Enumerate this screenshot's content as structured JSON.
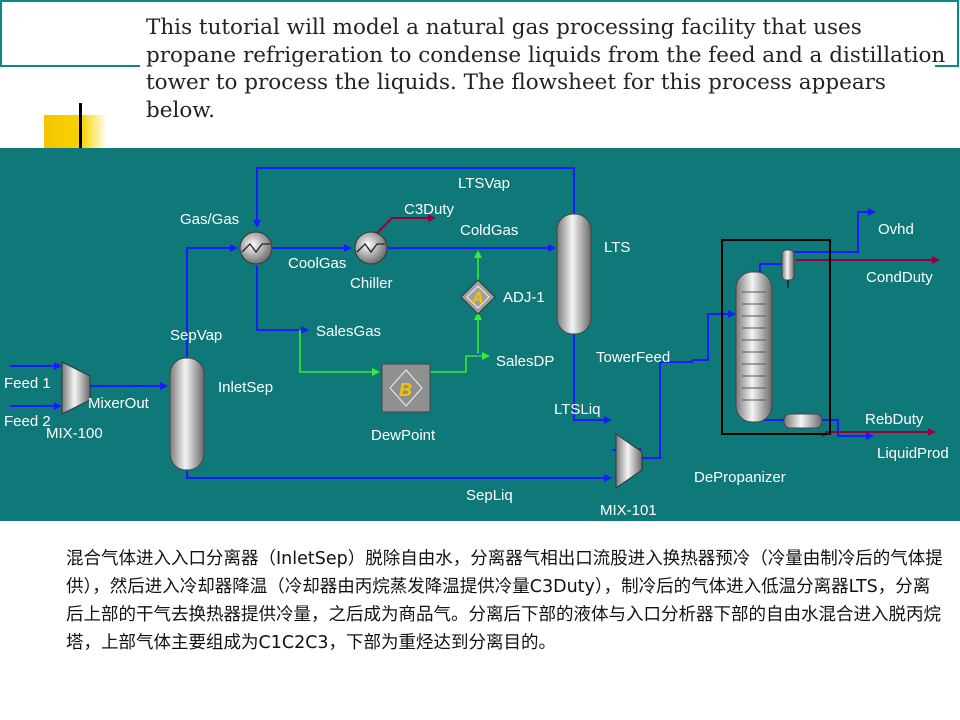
{
  "intro_text": "This tutorial will model a natural gas processing facility that uses propane refrigeration to condense liquids from the feed and a distillation tower to process the liquids. The flowsheet for this process appears below.",
  "colors": {
    "flowsheet_bg": "#0f7878",
    "process_stream": "#1a1aff",
    "energy_stream": "#99003b",
    "logic_stream": "#33ee33",
    "accent": "#f5c400",
    "label": "#ffffff"
  },
  "flowsheet": {
    "labels": {
      "feed1": "Feed 1",
      "feed2": "Feed 2",
      "mixer_out": "MixerOut",
      "mix100": "MIX-100",
      "sep_vap": "SepVap",
      "inlet_sep": "InletSep",
      "gas_gas": "Gas/Gas",
      "cool_gas": "CoolGas",
      "chiller": "Chiller",
      "c3duty": "C3Duty",
      "cold_gas": "ColdGas",
      "lts_vap": "LTSVap",
      "lts": "LTS",
      "adj": "ADJ-1",
      "adj_letter": "A",
      "sales_gas": "SalesGas",
      "dew_point": "DewPoint",
      "dew_letter": "B",
      "sales_dp": "SalesDP",
      "tower_feed": "TowerFeed",
      "lts_liq": "LTSLiq",
      "sep_liq": "SepLiq",
      "mix101": "MIX-101",
      "ovhd": "Ovhd",
      "cond_duty": "CondDuty",
      "reb_duty": "RebDuty",
      "liquid_prod": "LiquidProd",
      "depropanizer": "DePropanizer"
    }
  },
  "description": "混合气体进入入口分离器（InletSep）脱除自由水，分离器气相出口流股进入换热器预冷（冷量由制冷后的气体提供），然后进入冷却器降温（冷却器由丙烷蒸发降温提供冷量C3Duty），制冷后的气体进入低温分离器LTS，分离后上部的干气去换热器提供冷量，之后成为商品气。分离后下部的液体与入口分析器下部的自由水混合进入脱丙烷塔，上部气体主要组成为C1C2C3，下部为重烃达到分离目的。"
}
